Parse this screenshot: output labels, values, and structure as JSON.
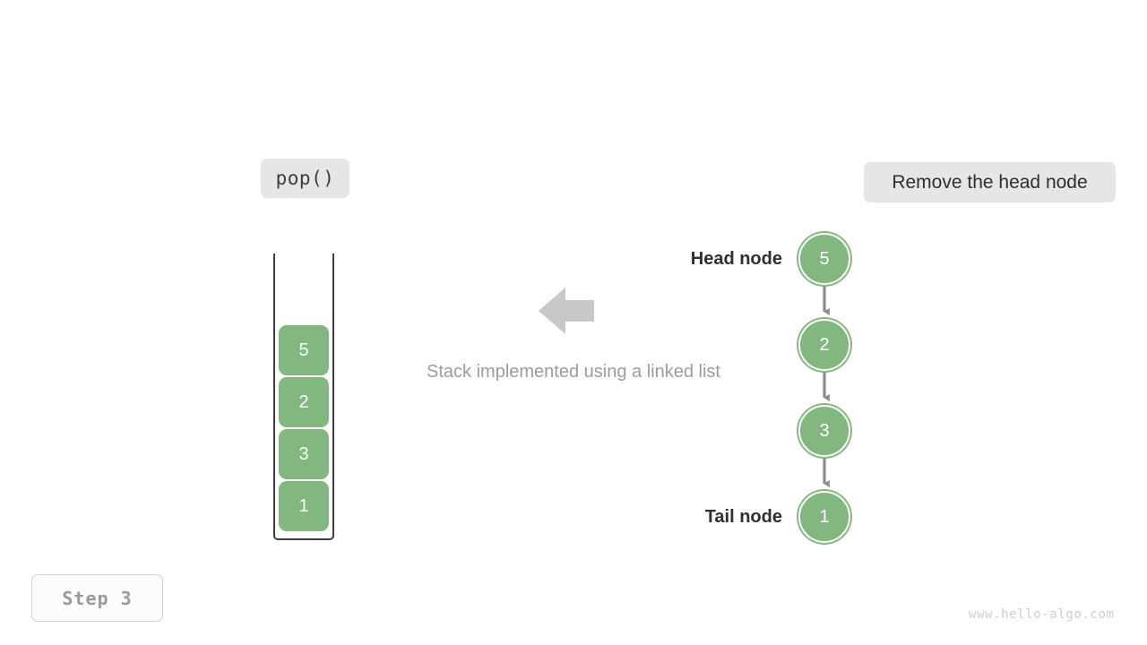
{
  "operation": {
    "label": "pop()"
  },
  "description": {
    "label": "Remove the head node"
  },
  "step": {
    "label": "Step 3"
  },
  "watermark": {
    "label": "www.hello-algo.com"
  },
  "caption": {
    "label": "Stack implemented using a linked list"
  },
  "stack": {
    "blocks": [
      {
        "value": "5"
      },
      {
        "value": "2"
      },
      {
        "value": "3"
      },
      {
        "value": "1"
      }
    ]
  },
  "linked_list": {
    "head_label": "Head node",
    "tail_label": "Tail node",
    "nodes": [
      {
        "value": "5"
      },
      {
        "value": "2"
      },
      {
        "value": "3"
      },
      {
        "value": "1"
      }
    ]
  },
  "colors": {
    "node_green": "#82b77f",
    "chip_gray": "#e6e6e6",
    "arrow_gray": "#c8c8c8",
    "connector_gray": "#8d8d8d",
    "caption_gray": "#9c9c9c",
    "step_text_gray": "#9a9a9a",
    "watermark_gray": "#cdcdcd",
    "frame_stroke": "#3d3d3d",
    "node_text": "#ffffff"
  }
}
